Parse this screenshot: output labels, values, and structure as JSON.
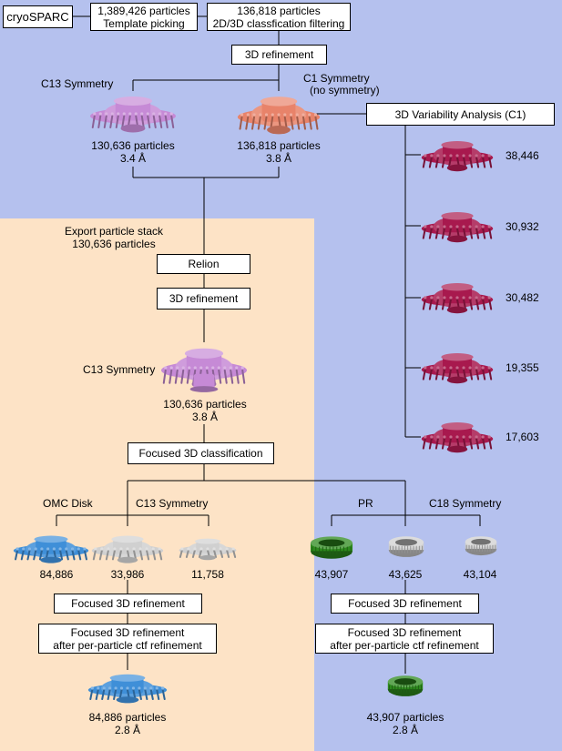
{
  "colors": {
    "cryosparc_panel": "#b5c1ee",
    "relion_panel": "#fde3c6",
    "c13_map": "#c68ad6",
    "c1_map": "#e8836a",
    "variability_map": "#a8194e",
    "omc_disk_map": "#3f8fd8",
    "gray_map": "#d0d0d0",
    "pr_map": "#2d8a1d"
  },
  "software": {
    "cryosparc": "cryoSPARC",
    "relion": "Relion"
  },
  "steps": {
    "template_picking": {
      "line1": "1,389,426 particles",
      "line2": "Template picking"
    },
    "classification_filtering": {
      "line1": "136,818 particles",
      "line2": "2D/3D classfication filtering"
    },
    "refinement_3d": "3D refinement",
    "variability_analysis": "3D Variability Analysis (C1)",
    "relion_refinement_3d": "3D refinement",
    "focused_classification": "Focused 3D classification",
    "focused_refinement": "Focused 3D refinement",
    "focused_refinement_ctf": {
      "line1": "Focused 3D refinement",
      "line2": "after per-particle ctf refinement"
    }
  },
  "cryosparc_results": {
    "c13": {
      "symmetry": "C13 Symmetry",
      "particles": "130,636 particles",
      "resolution": "3.4 Å"
    },
    "c1": {
      "symmetry_line1": "C1 Symmetry",
      "symmetry_line2": "(no symmetry)",
      "particles": "136,818 particles",
      "resolution": "3.8 Å"
    }
  },
  "variability_classes": [
    "38,446",
    "30,932",
    "30,482",
    "19,355",
    "17,603"
  ],
  "export": {
    "line1": "Export particle stack",
    "line2": "130,636 particles"
  },
  "relion_result": {
    "symmetry": "C13 Symmetry",
    "particles": "130,636 particles",
    "resolution": "3.8 Å"
  },
  "omc_branch": {
    "name": "OMC Disk",
    "symmetry": "C13 Symmetry",
    "classes": [
      "84,886",
      "33,986",
      "11,758"
    ],
    "final_particles": "84,886 particles",
    "final_resolution": "2.8 Å"
  },
  "pr_branch": {
    "name": "PR",
    "symmetry": "C18 Symmetry",
    "classes": [
      "43,907",
      "43,625",
      "43,104"
    ],
    "final_particles": "43,907 particles",
    "final_resolution": "2.8 Å"
  }
}
